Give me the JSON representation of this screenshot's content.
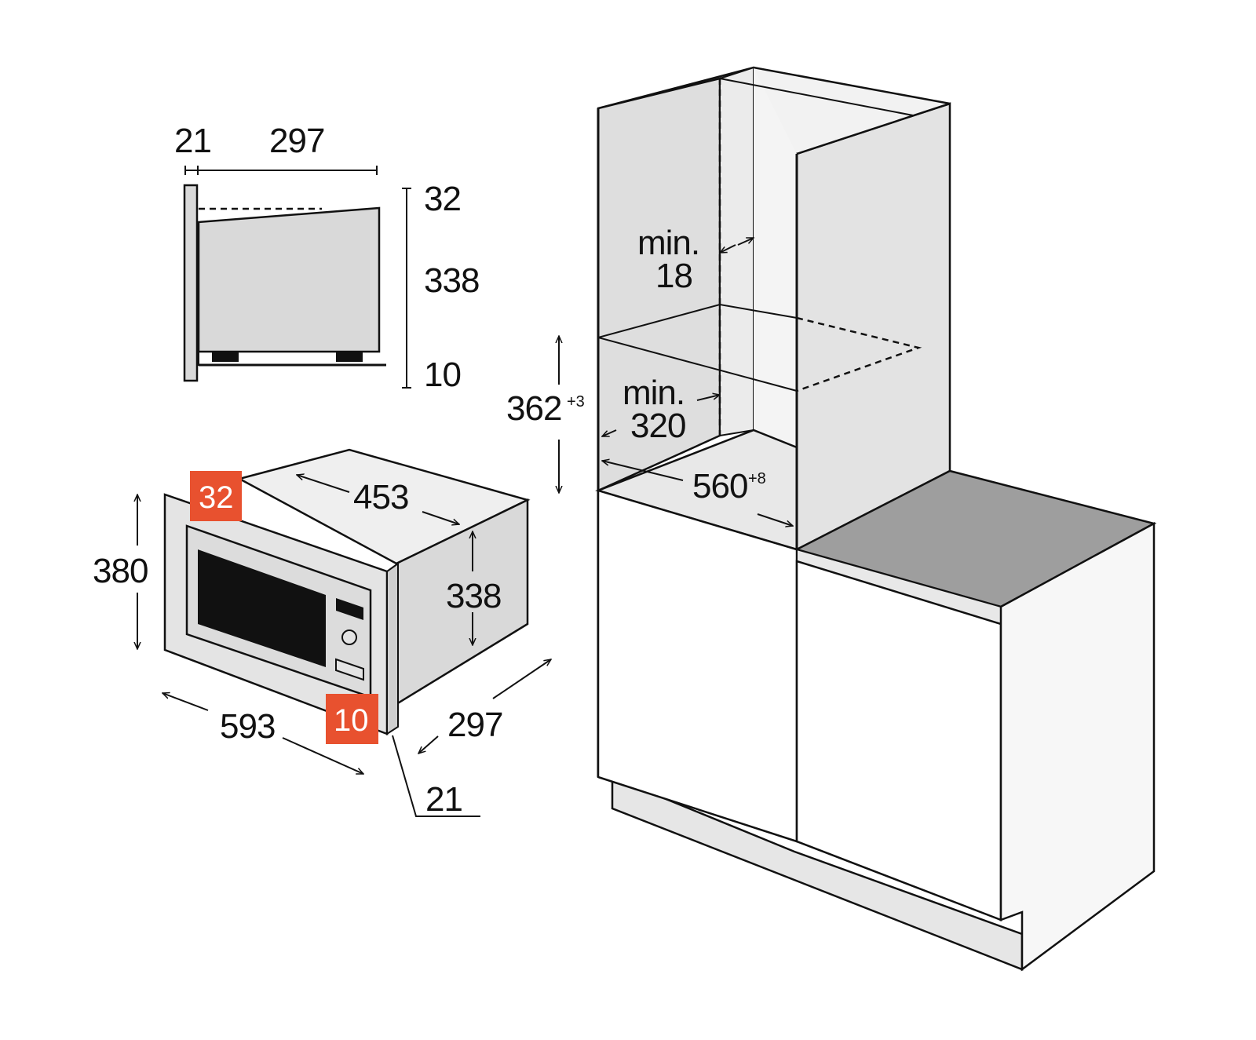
{
  "colors": {
    "badge": "#e8512f",
    "outline": "#111111",
    "panel_light": "#efefef",
    "panel_mid": "#d9d9d9",
    "panel_dark": "#a3a3a3",
    "screen": "#111111"
  },
  "side_view": {
    "frame_thickness": "21",
    "depth": "297",
    "top_gap": "32",
    "body_height": "338",
    "bottom_gap": "10"
  },
  "front_view": {
    "top_badge": "32",
    "width_top": "453",
    "frame_height": "380",
    "body_height": "338",
    "frame_width": "593",
    "bottom_badge": "10",
    "depth": "297",
    "frame_thickness": "21"
  },
  "cabinet": {
    "min_label_upper": "min.",
    "min_value_upper": "18",
    "niche_height": "362",
    "niche_height_tol": "+3",
    "min_label_lower": "min.",
    "min_value_lower": "320",
    "niche_width": "560",
    "niche_width_tol": "+8"
  }
}
